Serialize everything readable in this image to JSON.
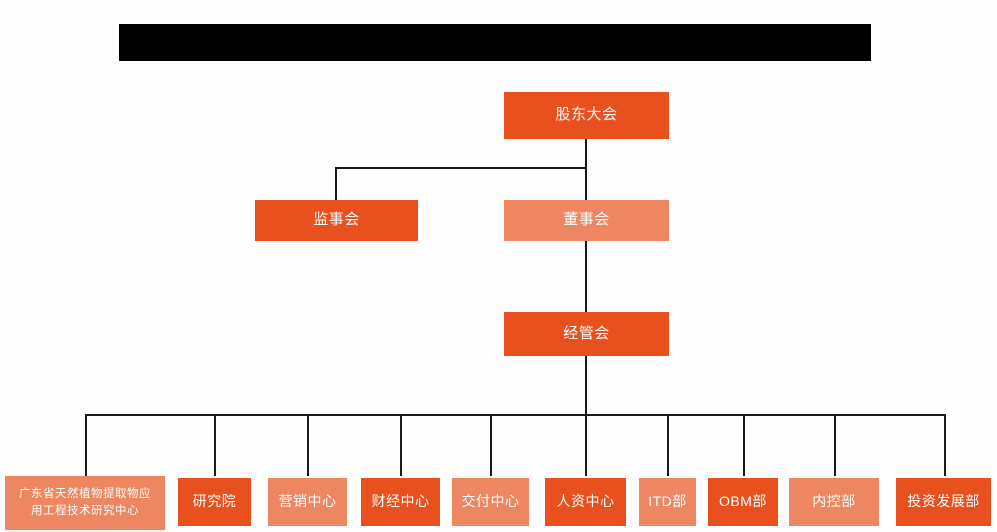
{
  "document": {
    "type": "organization-chart",
    "banner": {
      "name": "title-banner",
      "text": "",
      "color": "#000000",
      "redacted": true
    },
    "palette": {
      "dark_orange": "#e8501e",
      "light_orange": "#ee8661",
      "line": "#1a1a1a",
      "background": "#fefefe",
      "text": "#ffffff"
    }
  },
  "nodes": {
    "level1": [
      {
        "id": "shareholders",
        "label": "股东大会",
        "tone": "dark"
      }
    ],
    "level2": [
      {
        "id": "supervisors",
        "label": "监事会",
        "tone": "dark"
      },
      {
        "id": "directors",
        "label": "董事会",
        "tone": "light"
      }
    ],
    "level3": [
      {
        "id": "management",
        "label": "经管会",
        "tone": "dark"
      }
    ],
    "departments": [
      {
        "id": "gd-research-center",
        "label": "广东省天然植物提取物应\n用工程技术研究中心",
        "line1": "广东省天然植物提取物应",
        "line2": "用工程技术研究中心",
        "tone": "light"
      },
      {
        "id": "research-institute",
        "label": "研究院",
        "tone": "dark"
      },
      {
        "id": "marketing-center",
        "label": "营销中心",
        "tone": "light"
      },
      {
        "id": "finance-center",
        "label": "财经中心",
        "tone": "dark"
      },
      {
        "id": "delivery-center",
        "label": "交付中心",
        "tone": "light"
      },
      {
        "id": "hr-center",
        "label": "人资中心",
        "tone": "dark"
      },
      {
        "id": "itd-department",
        "label": "ITD部",
        "tone": "light"
      },
      {
        "id": "obm-department",
        "label": "OBM部",
        "tone": "dark"
      },
      {
        "id": "internal-control-department",
        "label": "内控部",
        "tone": "light"
      },
      {
        "id": "investment-development-department",
        "label": "投资发展部",
        "tone": "dark"
      }
    ]
  }
}
